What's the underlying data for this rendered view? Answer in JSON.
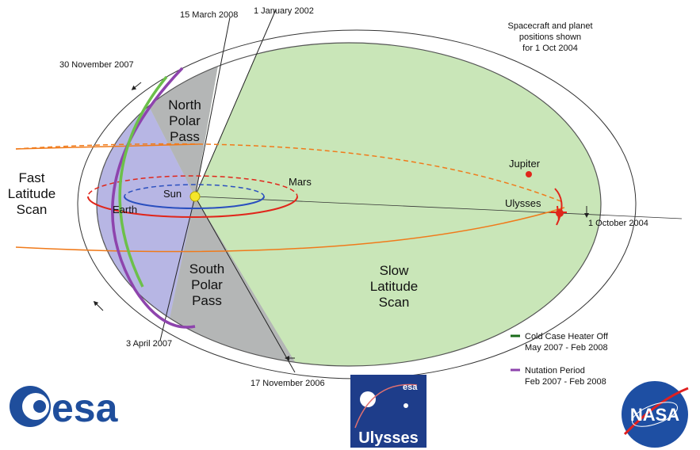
{
  "note": {
    "line1": "Spacecraft and planet",
    "line2": "positions shown",
    "line3": "for 1 Oct 2004"
  },
  "dates": {
    "mar2008": "15 March 2008",
    "jan2002": "1 January 2002",
    "nov2007": "30 November 2007",
    "oct2004": "1 October 2004",
    "apr2007": "3 April 2007",
    "nov2006": "17 November 2006"
  },
  "regions": {
    "north_polar": [
      "North",
      "Polar",
      "Pass"
    ],
    "fast_latitude": [
      "Fast",
      "Latitude",
      "Scan"
    ],
    "south_polar": [
      "South",
      "Polar",
      "Pass"
    ],
    "slow_latitude": [
      "Slow",
      "Latitude",
      "Scan"
    ]
  },
  "bodies": {
    "sun": "Sun",
    "earth": "Earth",
    "mars": "Mars",
    "jupiter": "Jupiter",
    "ulysses": "Ulysses"
  },
  "legend": [
    {
      "line1": "Cold Case Heater Off",
      "line2": "May 2007 - Feb 2008",
      "color": "#1a6b1a"
    },
    {
      "line1": "Nutation Period",
      "line2": "Feb 2007 - Feb 2008",
      "color": "#8e44ad"
    }
  ],
  "logos": {
    "esa": "esa",
    "ulysses_badge": "Ulysses",
    "ulysses_badge_esa": "esa",
    "nasa": "NASA"
  },
  "colors": {
    "green_region": "#c9e6b8",
    "blue_region": "#b7b6e4",
    "gray_region": "#b4b6b6",
    "orbit_red": "#e0261b",
    "jupiter_orange": "#f07a1a",
    "nutation_purple": "#8e44ad",
    "heater_green": "#6cc04a",
    "earth_blue": "#2a4fbf"
  }
}
